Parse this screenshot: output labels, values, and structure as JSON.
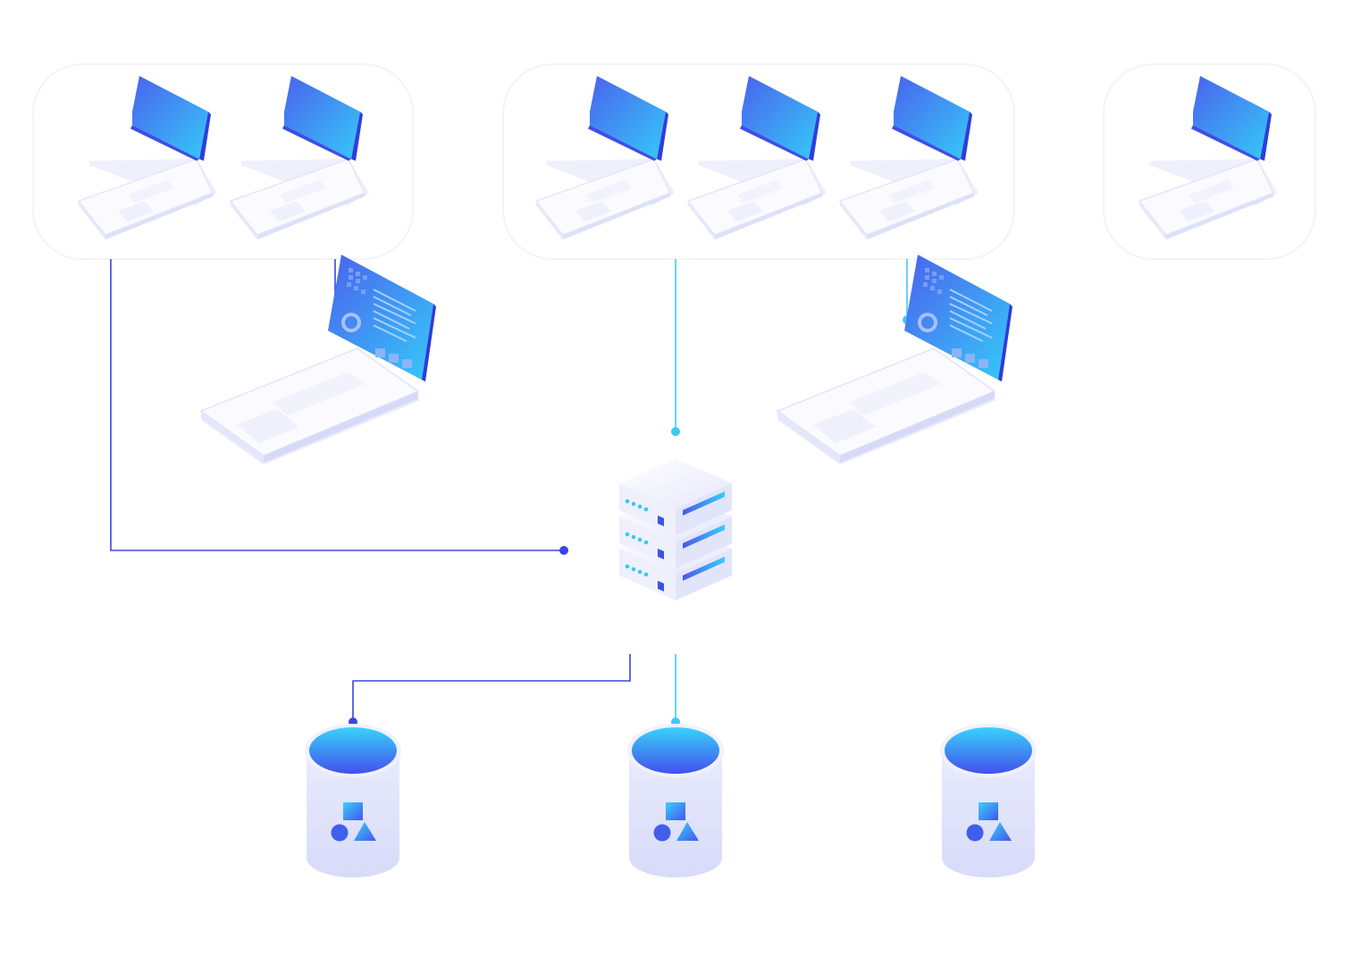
{
  "colors": {
    "link_primary": "#3b44e6",
    "link_secondary": "#3fc9f2",
    "screen_top": "#3ad3fb",
    "screen_bottom": "#4b6cf0",
    "device_body": "#f3f3fd",
    "device_edge": "#d9dcf7",
    "group_border": "#f4f4fa",
    "label_text": "#f2f2f8"
  },
  "groups": [
    {
      "id": "group-1",
      "label": "",
      "laptop_icon": "laptop-icon",
      "laptops": 2
    },
    {
      "id": "group-2",
      "label": "",
      "laptop_icon": "laptop-icon",
      "laptops": 3
    },
    {
      "id": "group-3",
      "label": "",
      "laptop_icon": "laptop-icon",
      "laptops": 1
    }
  ],
  "workstations": [
    {
      "id": "workstation-left",
      "label": "",
      "icon": "dashboard-laptop-icon"
    },
    {
      "id": "workstation-right",
      "label": "",
      "icon": "dashboard-laptop-icon"
    }
  ],
  "server": {
    "label": "",
    "icon": "server-rack-icon",
    "units": 3
  },
  "databases": [
    {
      "id": "database-1",
      "label": "",
      "icon": "database-icon"
    },
    {
      "id": "database-2",
      "label": "",
      "icon": "database-icon"
    },
    {
      "id": "database-3",
      "label": "",
      "icon": "database-icon"
    }
  ],
  "connections": [
    {
      "from": "group-1",
      "to": "server",
      "style": "primary"
    },
    {
      "from": "group-1",
      "to": "workstation-left",
      "style": "primary"
    },
    {
      "from": "group-2",
      "to": "server",
      "style": "secondary"
    },
    {
      "from": "group-2",
      "to": "workstation-right",
      "style": "secondary"
    },
    {
      "from": "server",
      "to": "database-1",
      "style": "primary"
    },
    {
      "from": "server",
      "to": "database-2",
      "style": "secondary"
    }
  ]
}
